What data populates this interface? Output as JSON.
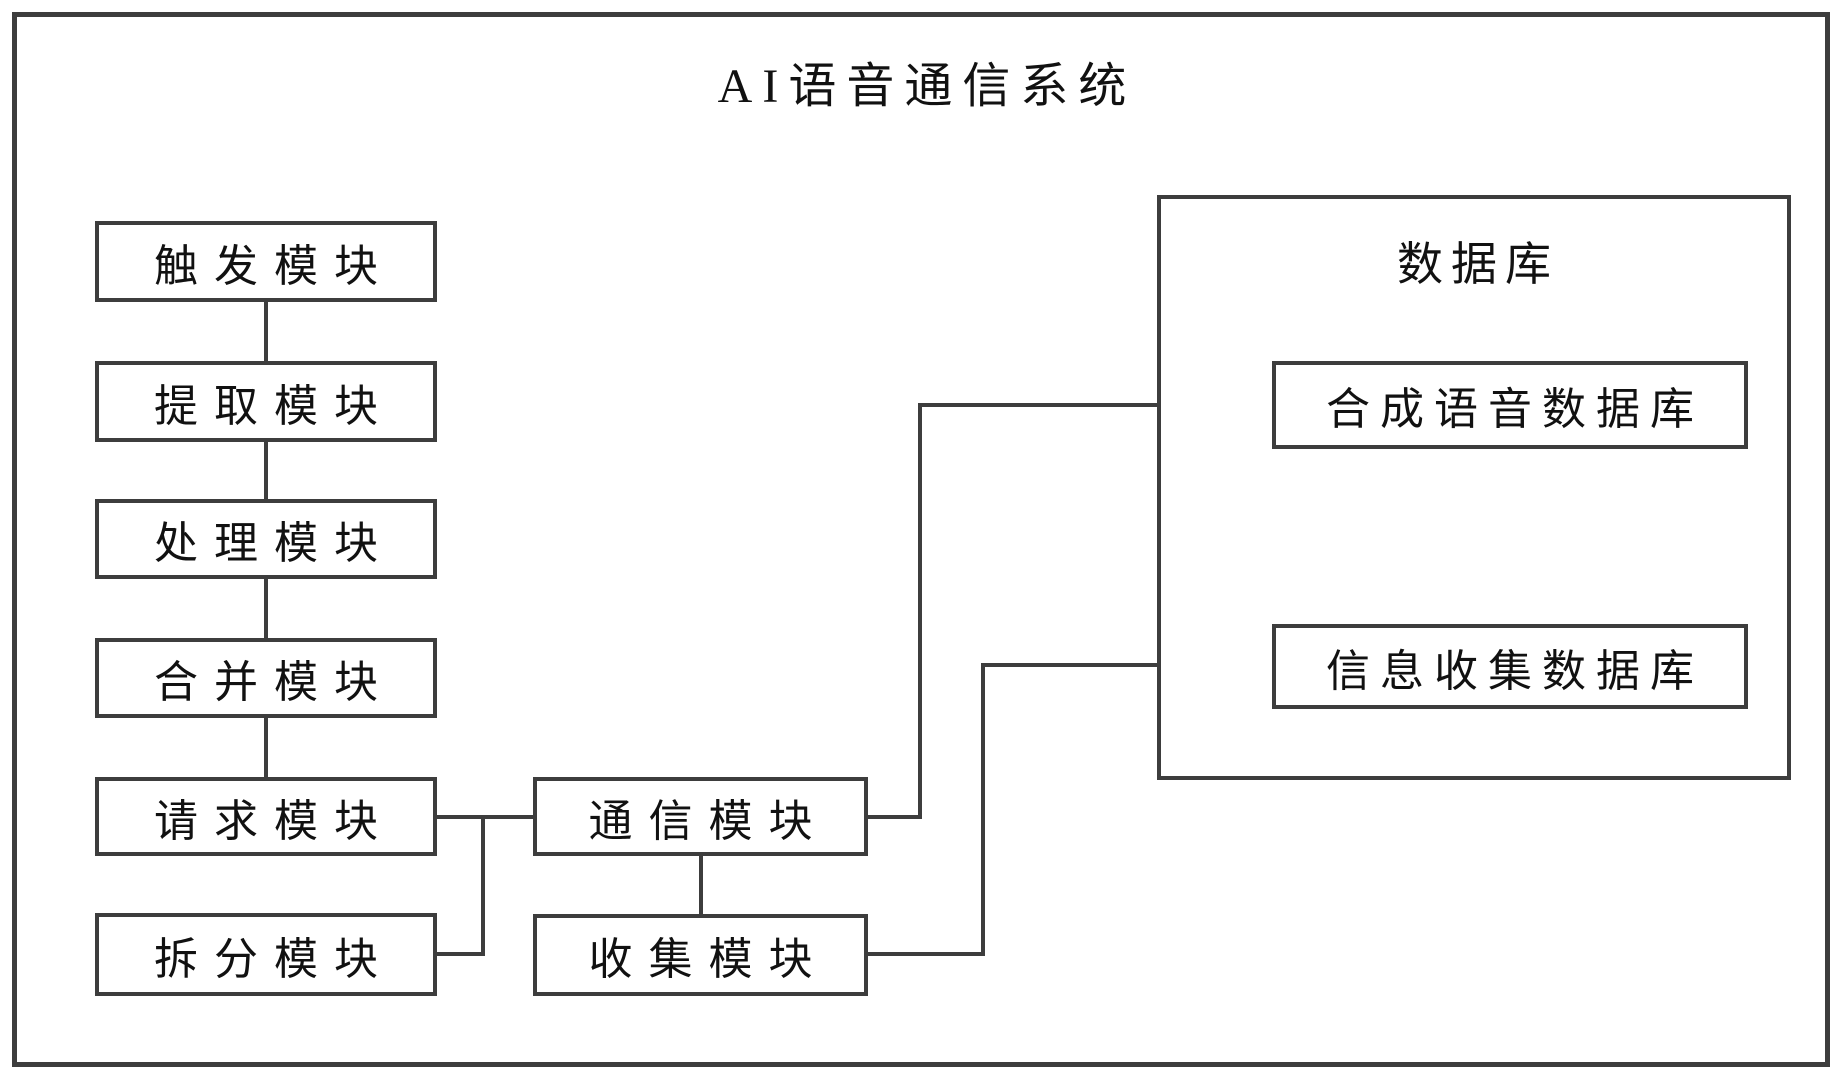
{
  "diagram": {
    "title": "AI语音通信系统",
    "modules": {
      "trigger": "触发模块",
      "extract": "提取模块",
      "process": "处理模块",
      "merge": "合并模块",
      "request": "请求模块",
      "split": "拆分模块",
      "comm": "通信模块",
      "collect": "收集模块"
    },
    "database": {
      "label": "数据库",
      "synth": "合成语音数据库",
      "info": "信息收集数据库"
    },
    "colors": {
      "line": "#3d3d3d",
      "text": "#111111",
      "background": "#ffffff"
    }
  }
}
